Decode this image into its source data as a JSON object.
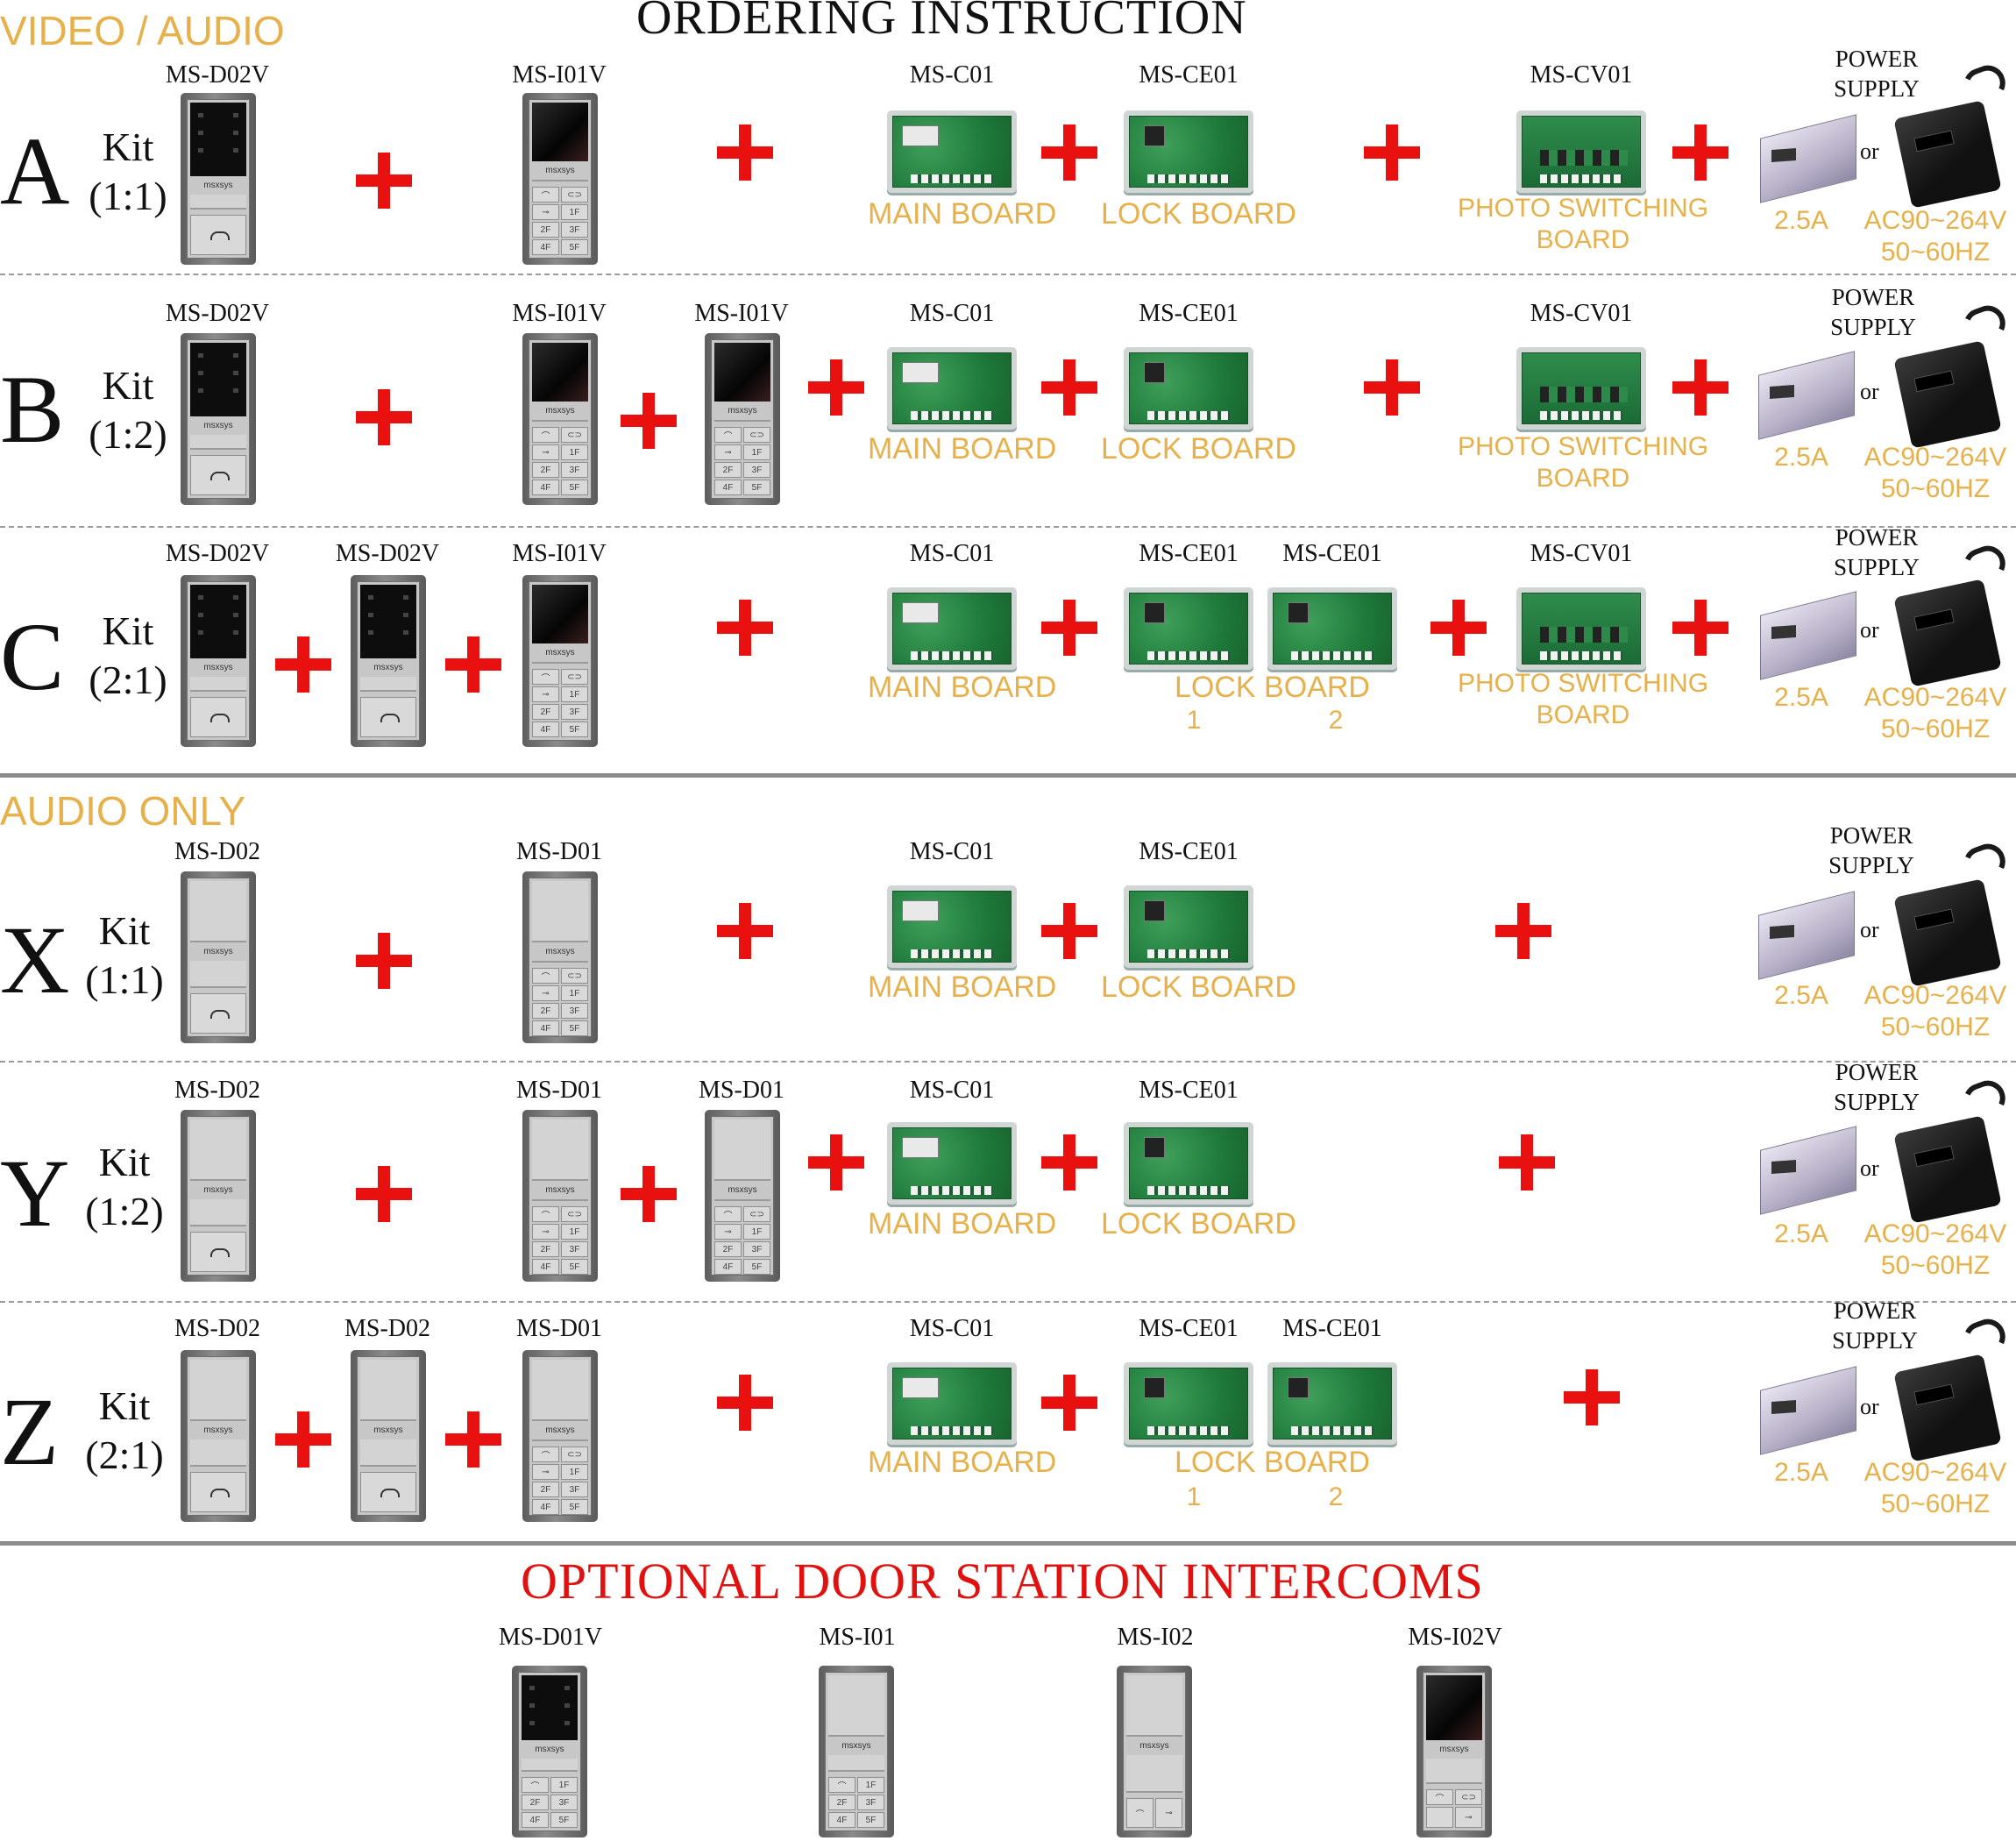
{
  "header": {
    "section_video": "VIDEO / AUDIO",
    "title": "ORDERING  INSTRUCTION",
    "section_audio": "AUDIO ONLY",
    "optional": "OPTIONAL DOOR STATION INTERCOMS"
  },
  "common": {
    "kit": "Kit",
    "main_board": "MAIN BOARD",
    "lock_board": "LOCK BOARD",
    "photo_line1": "PHOTO SWITCHING",
    "photo_line2": "BOARD",
    "ps_line1": "POWER",
    "ps_line2": "SUPPLY",
    "or": "or",
    "amp": "2.5A",
    "ac1": "AC90~264V",
    "ac2": "50~60HZ",
    "n1": "1",
    "n2": "2"
  },
  "rows": {
    "A": {
      "letter": "A",
      "ratio": "(1:1)",
      "m1": "MS-D02V",
      "m2": "MS-I01V",
      "c": "MS-C01",
      "ce": "MS-CE01",
      "cv": "MS-CV01"
    },
    "B": {
      "letter": "B",
      "ratio": "(1:2)",
      "m1": "MS-D02V",
      "m2": "MS-I01V",
      "m3": "MS-I01V",
      "c": "MS-C01",
      "ce": "MS-CE01",
      "cv": "MS-CV01"
    },
    "C": {
      "letter": "C",
      "ratio": "(2:1)",
      "m1": "MS-D02V",
      "m2": "MS-D02V",
      "m3": "MS-I01V",
      "c": "MS-C01",
      "ce": "MS-CE01",
      "ce2": "MS-CE01",
      "cv": "MS-CV01"
    },
    "X": {
      "letter": "X",
      "ratio": "(1:1)",
      "m1": "MS-D02",
      "m2": "MS-D01",
      "c": "MS-C01",
      "ce": "MS-CE01"
    },
    "Y": {
      "letter": "Y",
      "ratio": "(1:2)",
      "m1": "MS-D02",
      "m2": "MS-D01",
      "m3": "MS-D01",
      "c": "MS-C01",
      "ce": "MS-CE01"
    },
    "Z": {
      "letter": "Z",
      "ratio": "(2:1)",
      "m1": "MS-D02",
      "m2": "MS-D02",
      "m3": "MS-D01",
      "c": "MS-C01",
      "ce": "MS-CE01",
      "ce2": "MS-CE01"
    }
  },
  "optional_models": [
    "MS-D01V",
    "MS-I01",
    "MS-I02",
    "MS-I02V"
  ],
  "panel_brand": "msxsys",
  "keys": [
    "⌒",
    "⊂⊃",
    "⊸",
    "1F",
    "2F",
    "3F",
    "4F",
    "5F"
  ],
  "icons": {
    "plus": "plus-icon",
    "door_station": "door-station-image",
    "indoor_monitor": "indoor-monitor-image",
    "board": "circuit-board-image",
    "adapter": "power-adapter-image"
  },
  "colors": {
    "accent": "#e8b04a",
    "red": "#e0110f",
    "rule": "#8c8c8c"
  }
}
